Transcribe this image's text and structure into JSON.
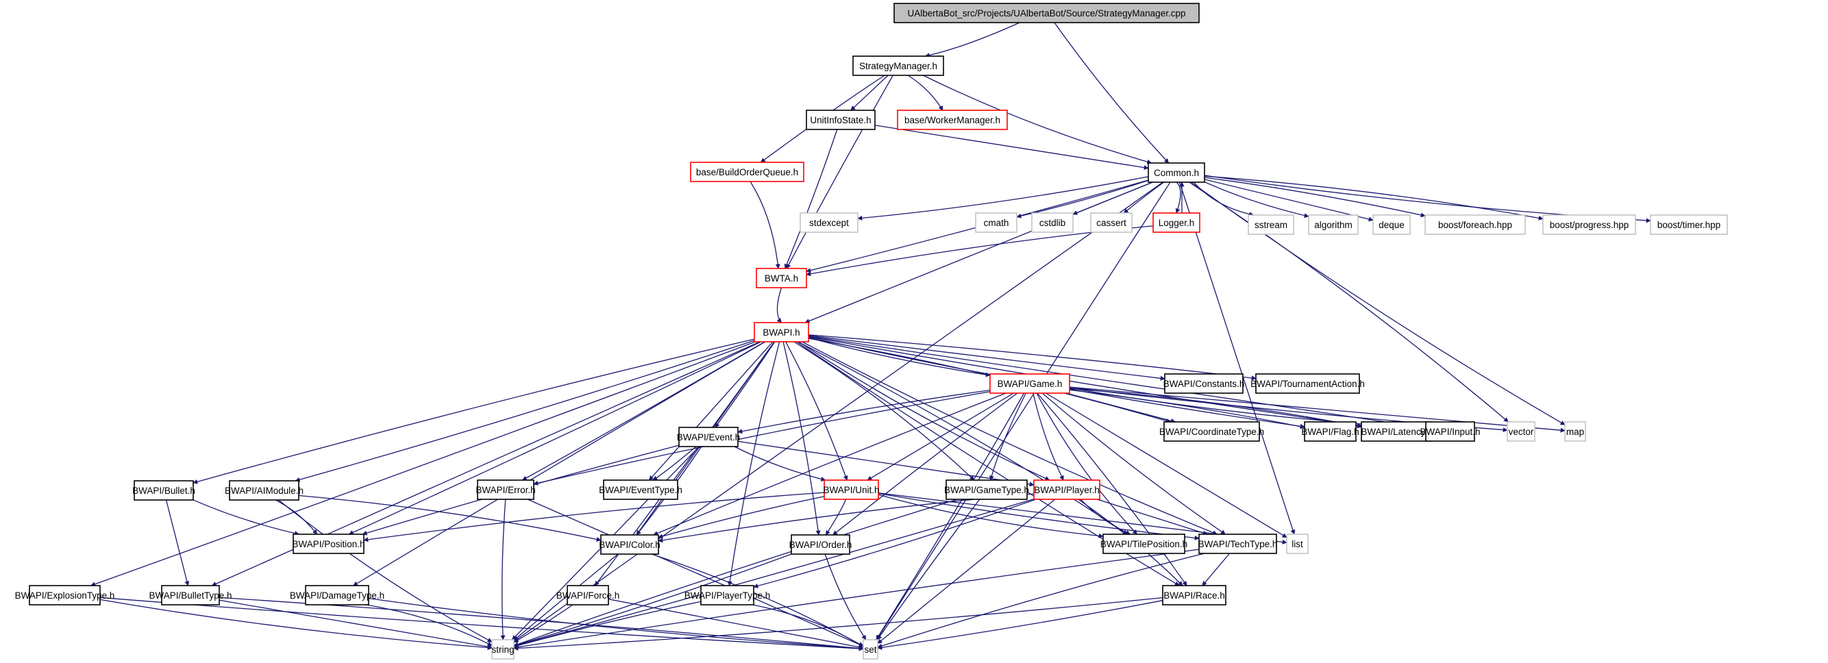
{
  "title": "UAlbertaBot_src/Projects/UAlbertaBot/Source/StrategyManager.cpp",
  "colors": {
    "edge": "#191970",
    "root_fill": "#bfbfbf",
    "root_border": "#000000",
    "documented_border": "#000000",
    "undocumented_border": "#ff0000",
    "system_border": "#bfbfbf"
  },
  "nodes": [
    {
      "id": "root",
      "label": "UAlbertaBot_src/Projects/UAlbertaBot/Source/StrategyManager.cpp",
      "kind": "root"
    },
    {
      "id": "strategymanager",
      "label": "StrategyManager.h",
      "kind": "documented"
    },
    {
      "id": "unitinfostate",
      "label": "UnitInfoState.h",
      "kind": "documented"
    },
    {
      "id": "workermanager",
      "label": "base/WorkerManager.h",
      "kind": "truncated"
    },
    {
      "id": "buildorderqueue",
      "label": "base/BuildOrderQueue.h",
      "kind": "truncated"
    },
    {
      "id": "common",
      "label": "Common.h",
      "kind": "documented"
    },
    {
      "id": "stdexcept",
      "label": "stdexcept",
      "kind": "system"
    },
    {
      "id": "cmath",
      "label": "cmath",
      "kind": "system"
    },
    {
      "id": "cstdlib",
      "label": "cstdlib",
      "kind": "system"
    },
    {
      "id": "cassert",
      "label": "cassert",
      "kind": "system"
    },
    {
      "id": "logger",
      "label": "Logger.h",
      "kind": "truncated"
    },
    {
      "id": "sstream",
      "label": "sstream",
      "kind": "system"
    },
    {
      "id": "algorithm",
      "label": "algorithm",
      "kind": "system"
    },
    {
      "id": "deque",
      "label": "deque",
      "kind": "system"
    },
    {
      "id": "foreach",
      "label": "boost/foreach.hpp",
      "kind": "system"
    },
    {
      "id": "progress",
      "label": "boost/progress.hpp",
      "kind": "system"
    },
    {
      "id": "timer",
      "label": "boost/timer.hpp",
      "kind": "system"
    },
    {
      "id": "bwta",
      "label": "BWTA.h",
      "kind": "truncated"
    },
    {
      "id": "bwapi",
      "label": "BWAPI.h",
      "kind": "truncated"
    },
    {
      "id": "game",
      "label": "BWAPI/Game.h",
      "kind": "truncated"
    },
    {
      "id": "constants",
      "label": "BWAPI/Constants.h",
      "kind": "documented"
    },
    {
      "id": "tournamentaction",
      "label": "BWAPI/TournamentAction.h",
      "kind": "documented"
    },
    {
      "id": "coordinatetype",
      "label": "BWAPI/CoordinateType.h",
      "kind": "documented"
    },
    {
      "id": "flag",
      "label": "BWAPI/Flag.h",
      "kind": "documented"
    },
    {
      "id": "latency",
      "label": "BWAPI/Latency.h",
      "kind": "documented"
    },
    {
      "id": "input",
      "label": "BWAPI/Input.h",
      "kind": "documented"
    },
    {
      "id": "vector",
      "label": "vector",
      "kind": "system"
    },
    {
      "id": "map",
      "label": "map",
      "kind": "system"
    },
    {
      "id": "event",
      "label": "BWAPI/Event.h",
      "kind": "documented"
    },
    {
      "id": "bullet",
      "label": "BWAPI/Bullet.h",
      "kind": "documented"
    },
    {
      "id": "aimodule",
      "label": "BWAPI/AIModule.h",
      "kind": "documented"
    },
    {
      "id": "error",
      "label": "BWAPI/Error.h",
      "kind": "documented"
    },
    {
      "id": "eventtype",
      "label": "BWAPI/EventType.h",
      "kind": "documented"
    },
    {
      "id": "unit",
      "label": "BWAPI/Unit.h",
      "kind": "truncated"
    },
    {
      "id": "gametype",
      "label": "BWAPI/GameType.h",
      "kind": "documented"
    },
    {
      "id": "player",
      "label": "BWAPI/Player.h",
      "kind": "truncated"
    },
    {
      "id": "position",
      "label": "BWAPI/Position.h",
      "kind": "documented"
    },
    {
      "id": "color",
      "label": "BWAPI/Color.h",
      "kind": "documented"
    },
    {
      "id": "order",
      "label": "BWAPI/Order.h",
      "kind": "documented"
    },
    {
      "id": "tileposition",
      "label": "BWAPI/TilePosition.h",
      "kind": "documented"
    },
    {
      "id": "techtype",
      "label": "BWAPI/TechType.h",
      "kind": "documented"
    },
    {
      "id": "list",
      "label": "list",
      "kind": "system"
    },
    {
      "id": "explosiontype",
      "label": "BWAPI/ExplosionType.h",
      "kind": "documented"
    },
    {
      "id": "bullettype",
      "label": "BWAPI/BulletType.h",
      "kind": "documented"
    },
    {
      "id": "damagetype",
      "label": "BWAPI/DamageType.h",
      "kind": "documented"
    },
    {
      "id": "force",
      "label": "BWAPI/Force.h",
      "kind": "documented"
    },
    {
      "id": "playertype",
      "label": "BWAPI/PlayerType.h",
      "kind": "documented"
    },
    {
      "id": "race",
      "label": "BWAPI/Race.h",
      "kind": "documented"
    },
    {
      "id": "string",
      "label": "string",
      "kind": "system"
    },
    {
      "id": "set",
      "label": "set",
      "kind": "system"
    }
  ],
  "edges": [
    [
      "root",
      "strategymanager"
    ],
    [
      "root",
      "common"
    ],
    [
      "strategymanager",
      "unitinfostate"
    ],
    [
      "strategymanager",
      "workermanager"
    ],
    [
      "strategymanager",
      "buildorderqueue"
    ],
    [
      "strategymanager",
      "common"
    ],
    [
      "strategymanager",
      "bwta"
    ],
    [
      "unitinfostate",
      "common"
    ],
    [
      "unitinfostate",
      "bwta"
    ],
    [
      "buildorderqueue",
      "bwta"
    ],
    [
      "common",
      "stdexcept"
    ],
    [
      "common",
      "cmath"
    ],
    [
      "common",
      "cstdlib"
    ],
    [
      "common",
      "cassert"
    ],
    [
      "common",
      "logger"
    ],
    [
      "common",
      "sstream"
    ],
    [
      "common",
      "algorithm"
    ],
    [
      "common",
      "deque"
    ],
    [
      "common",
      "foreach"
    ],
    [
      "common",
      "progress"
    ],
    [
      "common",
      "timer"
    ],
    [
      "common",
      "bwta"
    ],
    [
      "common",
      "bwapi"
    ],
    [
      "common",
      "string"
    ],
    [
      "common",
      "vector"
    ],
    [
      "common",
      "map"
    ],
    [
      "common",
      "set"
    ],
    [
      "common",
      "list"
    ],
    [
      "logger",
      "common"
    ],
    [
      "logger",
      "bwta"
    ],
    [
      "bwta",
      "bwapi"
    ],
    [
      "bwapi",
      "game"
    ],
    [
      "bwapi",
      "constants"
    ],
    [
      "bwapi",
      "tournamentaction"
    ],
    [
      "bwapi",
      "coordinatetype"
    ],
    [
      "bwapi",
      "flag"
    ],
    [
      "bwapi",
      "latency"
    ],
    [
      "bwapi",
      "input"
    ],
    [
      "bwapi",
      "event"
    ],
    [
      "bwapi",
      "bullet"
    ],
    [
      "bwapi",
      "aimodule"
    ],
    [
      "bwapi",
      "error"
    ],
    [
      "bwapi",
      "eventtype"
    ],
    [
      "bwapi",
      "unit"
    ],
    [
      "bwapi",
      "gametype"
    ],
    [
      "bwapi",
      "player"
    ],
    [
      "bwapi",
      "position"
    ],
    [
      "bwapi",
      "color"
    ],
    [
      "bwapi",
      "order"
    ],
    [
      "bwapi",
      "tileposition"
    ],
    [
      "bwapi",
      "techtype"
    ],
    [
      "bwapi",
      "explosiontype"
    ],
    [
      "bwapi",
      "bullettype"
    ],
    [
      "bwapi",
      "damagetype"
    ],
    [
      "bwapi",
      "force"
    ],
    [
      "bwapi",
      "playertype"
    ],
    [
      "bwapi",
      "race"
    ],
    [
      "game",
      "coordinatetype"
    ],
    [
      "game",
      "flag"
    ],
    [
      "game",
      "latency"
    ],
    [
      "game",
      "input"
    ],
    [
      "game",
      "vector"
    ],
    [
      "game",
      "map"
    ],
    [
      "game",
      "event"
    ],
    [
      "game",
      "error"
    ],
    [
      "game",
      "gametype"
    ],
    [
      "game",
      "player"
    ],
    [
      "game",
      "unit"
    ],
    [
      "game",
      "color"
    ],
    [
      "game",
      "order"
    ],
    [
      "game",
      "tileposition"
    ],
    [
      "game",
      "techtype"
    ],
    [
      "game",
      "list"
    ],
    [
      "game",
      "race"
    ],
    [
      "game",
      "set"
    ],
    [
      "event",
      "eventtype"
    ],
    [
      "event",
      "unit"
    ],
    [
      "event",
      "player"
    ],
    [
      "event",
      "position"
    ],
    [
      "event",
      "color"
    ],
    [
      "event",
      "string"
    ],
    [
      "bullet",
      "position"
    ],
    [
      "bullet",
      "bullettype"
    ],
    [
      "aimodule",
      "position"
    ],
    [
      "aimodule",
      "color"
    ],
    [
      "aimodule",
      "string"
    ],
    [
      "error",
      "string"
    ],
    [
      "error",
      "set"
    ],
    [
      "unit",
      "order"
    ],
    [
      "unit",
      "position"
    ],
    [
      "unit",
      "tileposition"
    ],
    [
      "unit",
      "techtype"
    ],
    [
      "unit",
      "list"
    ],
    [
      "unit",
      "color"
    ],
    [
      "gametype",
      "string"
    ],
    [
      "gametype",
      "set"
    ],
    [
      "player",
      "tileposition"
    ],
    [
      "player",
      "techtype"
    ],
    [
      "player",
      "race"
    ],
    [
      "player",
      "color"
    ],
    [
      "player",
      "playertype"
    ],
    [
      "player",
      "string"
    ],
    [
      "player",
      "set"
    ],
    [
      "color",
      "string"
    ],
    [
      "color",
      "set"
    ],
    [
      "order",
      "string"
    ],
    [
      "order",
      "set"
    ],
    [
      "techtype",
      "race"
    ],
    [
      "techtype",
      "string"
    ],
    [
      "techtype",
      "set"
    ],
    [
      "explosiontype",
      "string"
    ],
    [
      "explosiontype",
      "set"
    ],
    [
      "bullettype",
      "string"
    ],
    [
      "bullettype",
      "set"
    ],
    [
      "damagetype",
      "string"
    ],
    [
      "damagetype",
      "set"
    ],
    [
      "force",
      "string"
    ],
    [
      "force",
      "set"
    ],
    [
      "playertype",
      "string"
    ],
    [
      "playertype",
      "set"
    ],
    [
      "race",
      "string"
    ],
    [
      "race",
      "set"
    ]
  ]
}
